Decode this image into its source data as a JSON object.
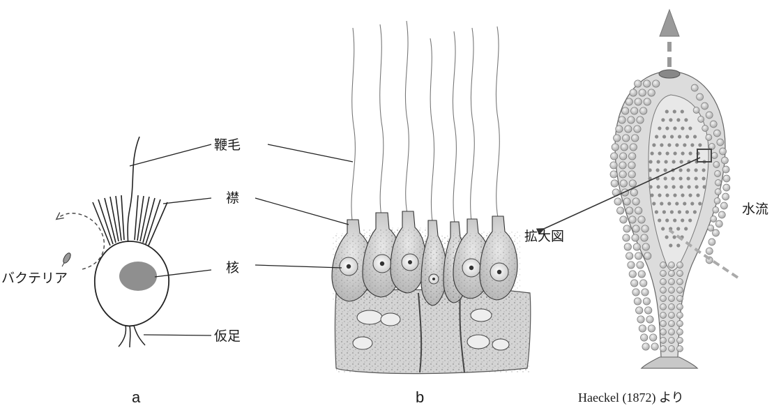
{
  "labels": {
    "flagellum": "鞭毛",
    "collar": "襟",
    "nucleus": "核",
    "pseudopod": "仮足",
    "bacteria": "バクテリア",
    "enlarged": "拡大図",
    "water_flow": "水流"
  },
  "panels": {
    "a": "a",
    "b": "b"
  },
  "credit": "Haeckel (1872) より"
}
